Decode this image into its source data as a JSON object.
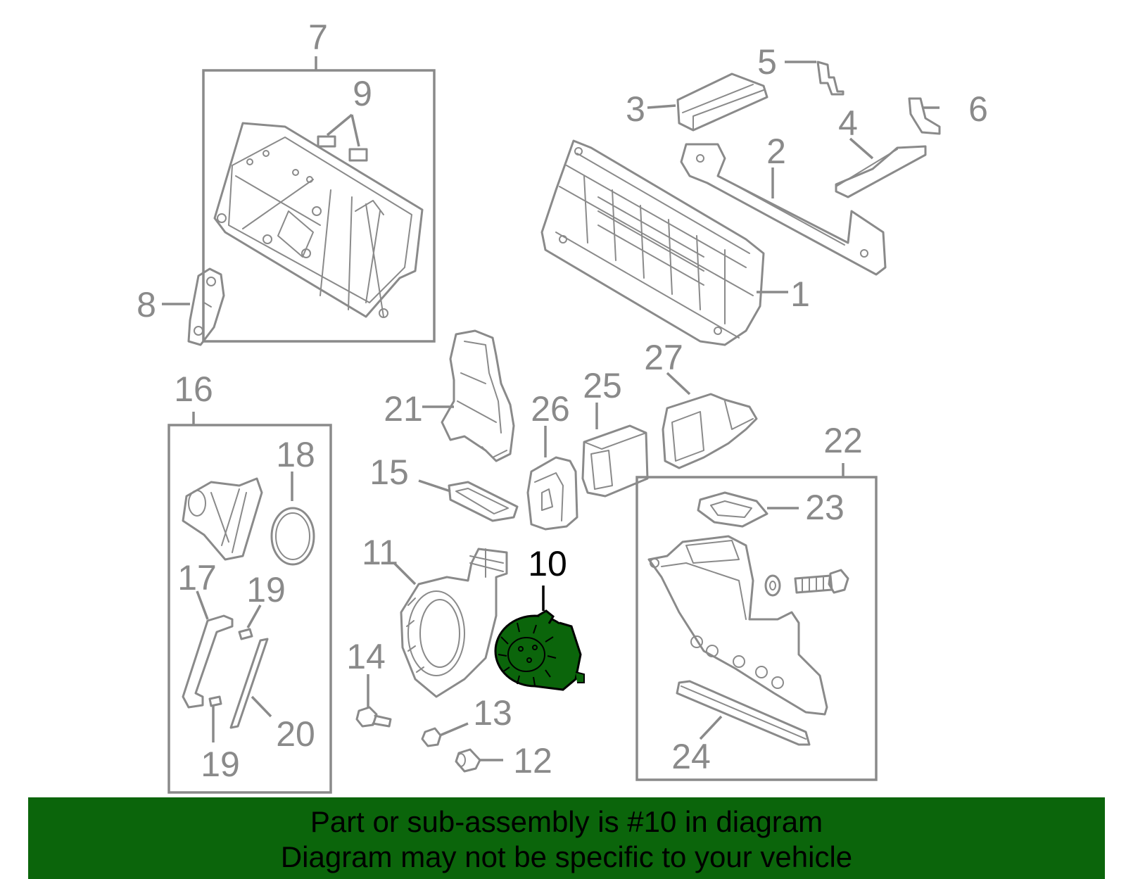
{
  "callouts": [
    {
      "id": "c7",
      "text": "7"
    },
    {
      "id": "c9",
      "text": "9"
    },
    {
      "id": "c5",
      "text": "5"
    },
    {
      "id": "c3",
      "text": "3"
    },
    {
      "id": "c6",
      "text": "6"
    },
    {
      "id": "c4",
      "text": "4"
    },
    {
      "id": "c2",
      "text": "2"
    },
    {
      "id": "c8",
      "text": "8"
    },
    {
      "id": "c1",
      "text": "1"
    },
    {
      "id": "c27",
      "text": "27"
    },
    {
      "id": "c16",
      "text": "16"
    },
    {
      "id": "c25",
      "text": "25"
    },
    {
      "id": "c21",
      "text": "21"
    },
    {
      "id": "c26",
      "text": "26"
    },
    {
      "id": "c22",
      "text": "22"
    },
    {
      "id": "c18",
      "text": "18"
    },
    {
      "id": "c15",
      "text": "15"
    },
    {
      "id": "c23",
      "text": "23"
    },
    {
      "id": "c11",
      "text": "11"
    },
    {
      "id": "c10",
      "text": "10"
    },
    {
      "id": "c17",
      "text": "17"
    },
    {
      "id": "c19a",
      "text": "19"
    },
    {
      "id": "c14",
      "text": "14"
    },
    {
      "id": "c13",
      "text": "13"
    },
    {
      "id": "c20",
      "text": "20"
    },
    {
      "id": "c24",
      "text": "24"
    },
    {
      "id": "c12",
      "text": "12"
    },
    {
      "id": "c19b",
      "text": "19"
    }
  ],
  "highlight": {
    "part": "10",
    "color": "#0b650b"
  },
  "banner": {
    "line1": "Part or sub-assembly is #10 in diagram",
    "line2": "Diagram may not be specific to your vehicle",
    "background": "#0b650b"
  }
}
